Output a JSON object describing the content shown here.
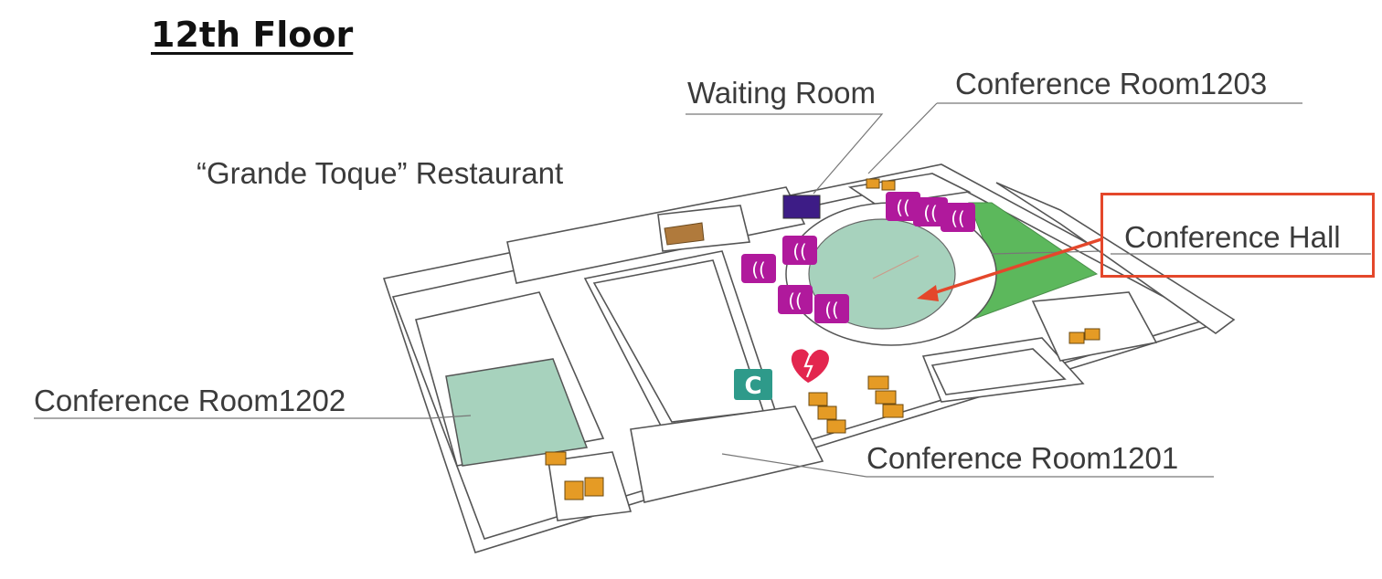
{
  "floor_title": "12th Floor",
  "labels": {
    "waiting_room": "Waiting Room",
    "conference_room_1203": "Conference Room1203",
    "restaurant": "“Grande Toque” Restaurant",
    "conference_hall": "Conference Hall",
    "conference_room_1202": "Conference Room1202",
    "conference_room_1201": "Conference Room1201"
  },
  "colors": {
    "conference_room_fill": "#a7d2bd",
    "garden_green": "#5cb85c",
    "restroom_orange": "#e59b25",
    "waiting_purple": "#3d1c86",
    "elevator_magenta": "#b0199c",
    "phone_teal": "#2e9a8a",
    "aed_red": "#e3264f",
    "highlight_red": "#e4472b"
  },
  "icons": [
    "elevator-icon",
    "restroom-icon",
    "phone-icon",
    "aed-icon"
  ]
}
